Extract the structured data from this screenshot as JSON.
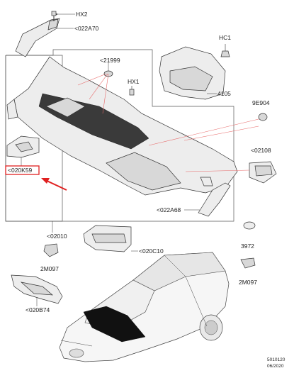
{
  "labels": {
    "hx2": "HX2",
    "p022A70": "<022A70",
    "p21999": "<21999",
    "hc1": "HC1",
    "hx1": "HX1",
    "p4105": "4105",
    "p9E904": "9E904",
    "p02108": "<02108",
    "p020K59": "<020K59",
    "p022A68": "<022A68",
    "p02010": "<02010",
    "p3972": "3972",
    "p2M097a": "2M097",
    "p020C10": "<020C10",
    "p2M097b": "2M097",
    "p020B74": "<020B74"
  },
  "footer": {
    "code": "5010120",
    "date": "06/2020"
  },
  "colors": {
    "highlight": "#e02020",
    "arrow": "#e02020",
    "linework": "#333333"
  }
}
